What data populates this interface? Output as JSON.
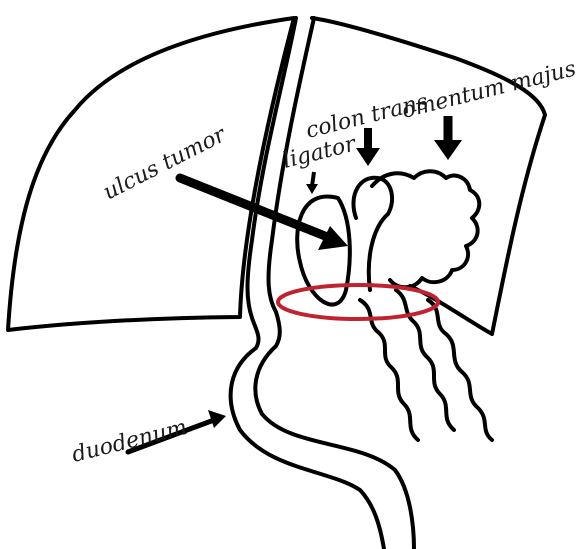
{
  "labels": {
    "ulcus": "ulcus tumor",
    "colon": "colon trans",
    "ligator": "ligator",
    "omentum": "omentum majus",
    "duodenum": "duodenum"
  },
  "colors": {
    "ink": "#000000",
    "resection_line": "#c0232f",
    "background": "#ffffff"
  }
}
